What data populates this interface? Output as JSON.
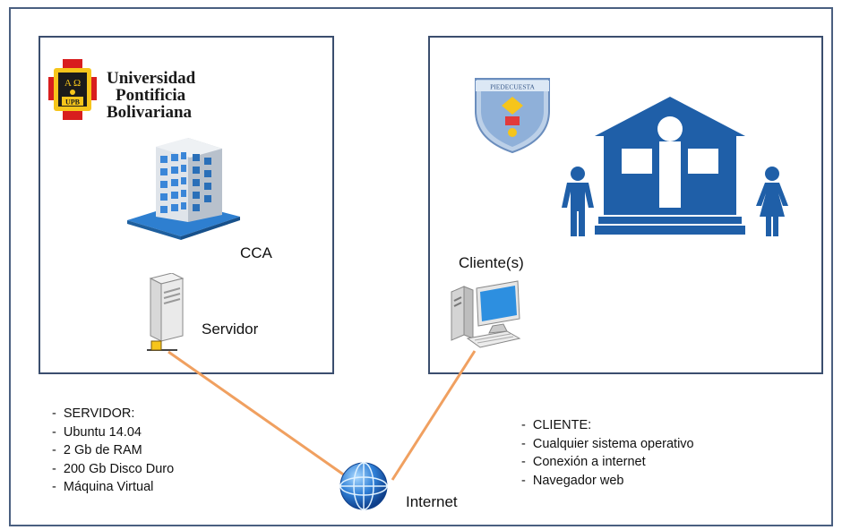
{
  "server_panel": {
    "logo_lines": [
      "Universidad",
      "Pontificia",
      "Bolivariana"
    ],
    "logo_badge": [
      "A Ω",
      "UPB"
    ],
    "building_label": "CCA",
    "server_label": "Servidor"
  },
  "client_panel": {
    "school_badge": "PIEDECUESTA",
    "client_label": "Cliente(s)"
  },
  "internet_label": "Internet",
  "server_specs": {
    "items": [
      "SERVIDOR:",
      "Ubuntu 14.04",
      "2 Gb de RAM",
      "200 Gb Disco Duro",
      "Máquina Virtual"
    ]
  },
  "client_specs": {
    "items": [
      "CLIENTE:",
      "Cualquier sistema operativo",
      "Conexión a internet",
      "Navegador web"
    ]
  },
  "colors": {
    "frame": "#4a5f80",
    "panel_border": "#3b4e6e",
    "link_line": "#f0a060",
    "school_blue": "#1f5fa8",
    "upb_red": "#d81e1e",
    "upb_yellow": "#f6c51b"
  }
}
